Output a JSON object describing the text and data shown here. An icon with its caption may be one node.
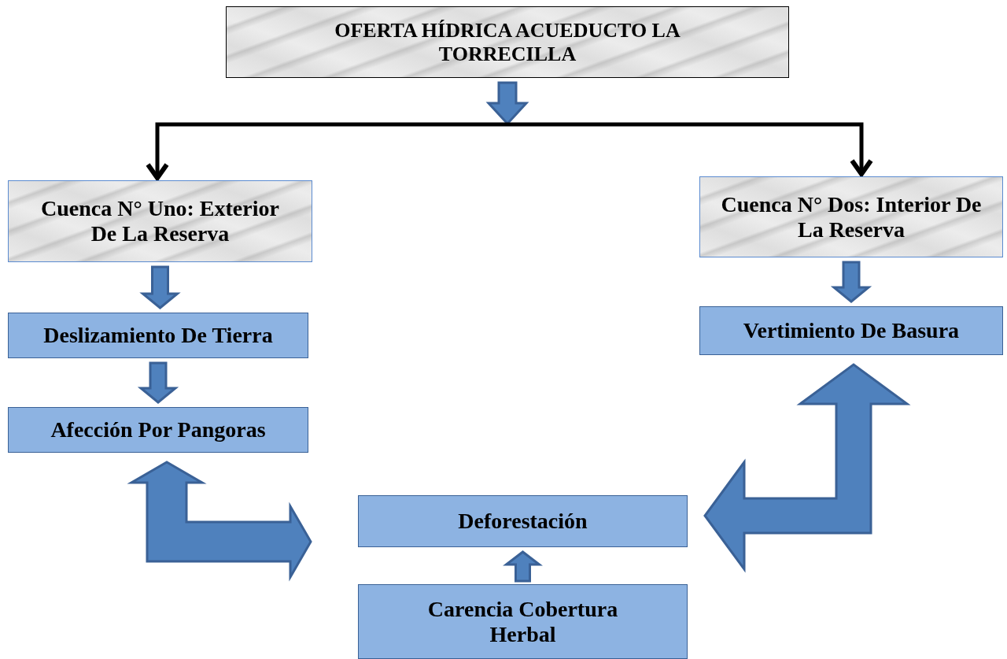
{
  "diagram": {
    "nodes": [
      {
        "text": [
          "OFERTA HÍDRICA ACUEDUCTO LA TORRECILLA"
        ]
      },
      {
        "text": [
          "Cuenca N° Uno: Exterior De La Reserva"
        ]
      },
      {
        "text": [
          "Cuenca N° Dos: Interior De La Reserva"
        ]
      },
      {
        "text": [
          "Deslizamiento De Tierra"
        ]
      },
      {
        "text": [
          "Afección Por Pangoras"
        ]
      },
      {
        "text": [
          "Vertimiento De Basura"
        ]
      },
      {
        "text": [
          "Deforestación"
        ]
      },
      {
        "text": [
          "Carencia Cobertura Herbal"
        ]
      }
    ],
    "edges": [
      {
        "from": 0,
        "to": 1,
        "arrow": "to",
        "color": "#000000"
      },
      {
        "from": 0,
        "to": 2,
        "arrow": "to",
        "color": "#000000"
      },
      {
        "from": 1,
        "to": 3,
        "arrow": "to"
      },
      {
        "from": 3,
        "to": 4,
        "arrow": "to"
      },
      {
        "from": 2,
        "to": 5,
        "arrow": "to"
      },
      {
        "from": 6,
        "to": 4,
        "arrow": "both"
      },
      {
        "from": 6,
        "to": 5,
        "arrow": "both"
      },
      {
        "from": 7,
        "to": 6,
        "arrow": "to"
      }
    ]
  }
}
